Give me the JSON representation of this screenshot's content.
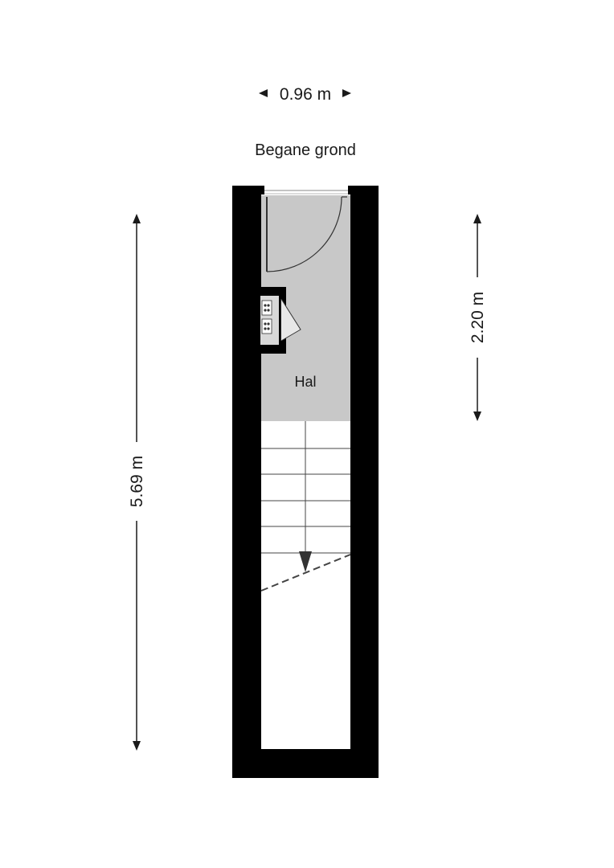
{
  "floor": {
    "title": "Begane grond"
  },
  "dimensions": {
    "width": "0.96 m",
    "total_length": "5.69 m",
    "hall_length": "2.20 m"
  },
  "rooms": {
    "hall_label": "Hal"
  },
  "colors": {
    "wall": "#000000",
    "hall_floor": "#c8c8c8",
    "background": "#ffffff",
    "line": "#1a1a1a"
  }
}
